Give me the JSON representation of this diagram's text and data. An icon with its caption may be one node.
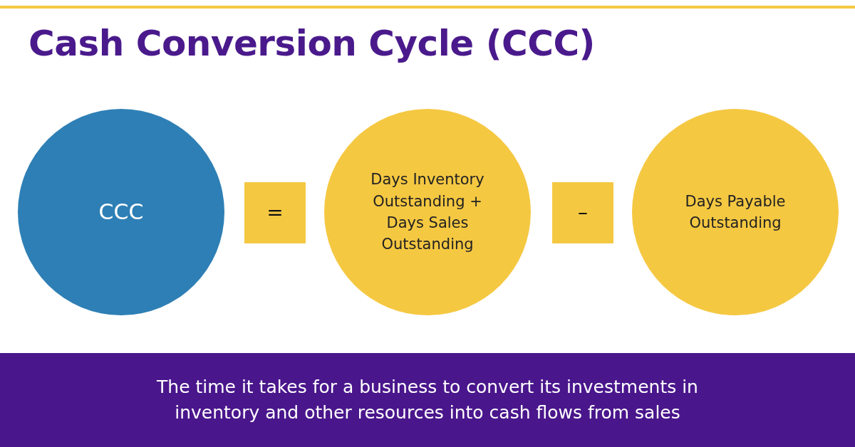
{
  "diagram": {
    "title": "Cash Conversion Cycle (CCC)",
    "nodes": [
      {
        "text": [
          "CCC"
        ]
      },
      {
        "text": [
          "="
        ]
      },
      {
        "text": [
          "Days Inventory Outstanding + Days Sales Outstanding"
        ]
      },
      {
        "text": [
          "–"
        ]
      },
      {
        "text": [
          "Days Payable Outstanding"
        ]
      },
      {
        "text": [
          "The time it takes for a business to convert its investments in inventory and other resources into cash flows from sales"
        ]
      }
    ]
  }
}
